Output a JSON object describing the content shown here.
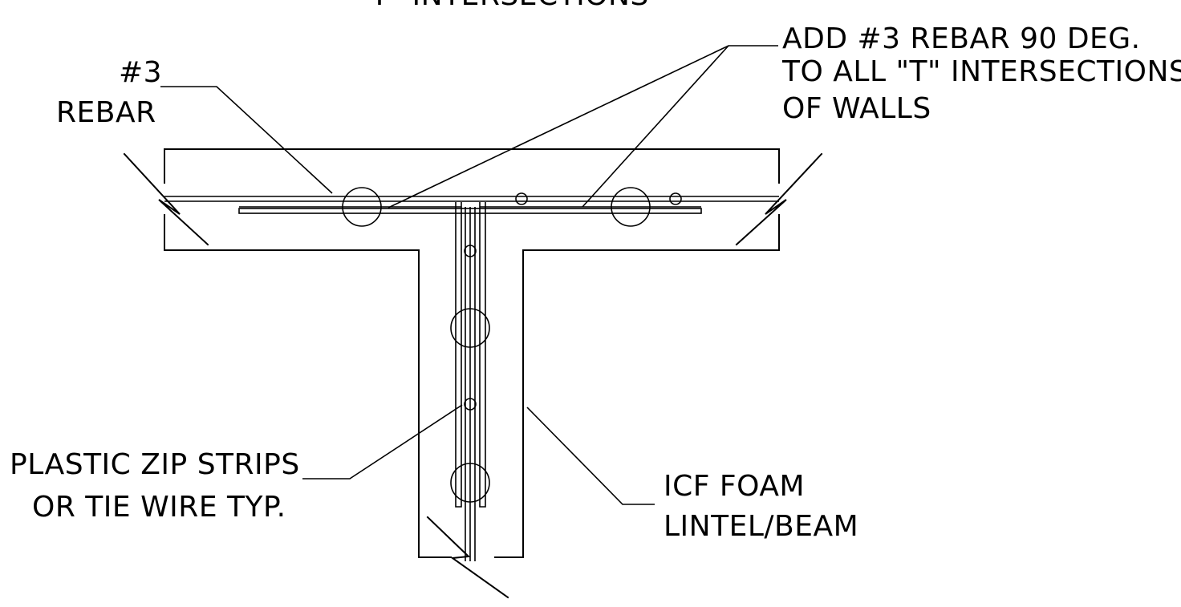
{
  "title_fragment": "\"T\" INTERSECTIONS",
  "labels": {
    "rebar_line1": "#3",
    "rebar_line2": "REBAR",
    "note_line1": "ADD #3 REBAR 90 DEG.",
    "note_line2": "TO ALL \"T\" INTERSECTIONS",
    "note_line3": "OF WALLS",
    "zip_line1": "PLASTIC ZIP STRIPS",
    "zip_line2": "OR TIE WIRE TYP.",
    "icf_line1": "ICF FOAM",
    "icf_line2": "LINTEL/BEAM"
  },
  "colors": {
    "line": "#000000",
    "background": "#ffffff"
  }
}
